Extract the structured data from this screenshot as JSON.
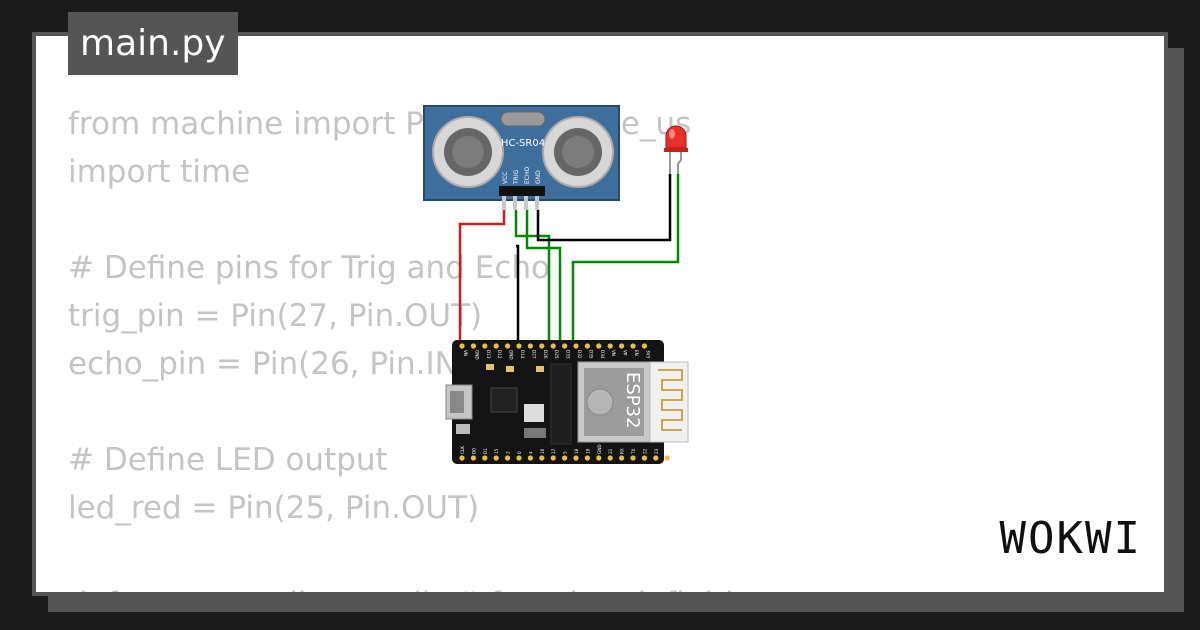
{
  "file_tab": {
    "label": "main.py"
  },
  "code_lines": [
    "from machine import Pin, time_pulse_us",
    "import time",
    "",
    "# Define pins for Trig and Echo",
    "trig_pin = Pin(27, Pin.OUT)",
    "echo_pin = Pin(26, Pin.IN)",
    "",
    "# Define LED output",
    "led_red = Pin(25, Pin.OUT)",
    "",
    "def measure_distance(): # function definition"
  ],
  "sensor": {
    "model": "HC-SR04",
    "pins": [
      "VCC",
      "TRIG",
      "ECHO",
      "GND"
    ]
  },
  "board": {
    "model": "ESP32",
    "top_pins": [
      "VN",
      "GND",
      "D13",
      "D12",
      "GND",
      "D14",
      "D27",
      "D26",
      "D25",
      "D33",
      "D32",
      "D35",
      "D34",
      "VN",
      "VP",
      "EN",
      "3V3"
    ],
    "bottom_pins": [
      "CLK",
      "D0",
      "D1",
      "15",
      "2",
      "0",
      "4",
      "16",
      "17",
      "5",
      "18",
      "19",
      "GND",
      "21",
      "RX",
      "TX",
      "22",
      "23",
      "GND"
    ]
  },
  "brand": {
    "name": "WOKWI"
  },
  "colors": {
    "card": "#ffffff",
    "frame": "#555555",
    "wire_power": "#d11a1a",
    "wire_signal": "#008a00",
    "wire_ground": "#000000",
    "led": "#e8302a"
  }
}
